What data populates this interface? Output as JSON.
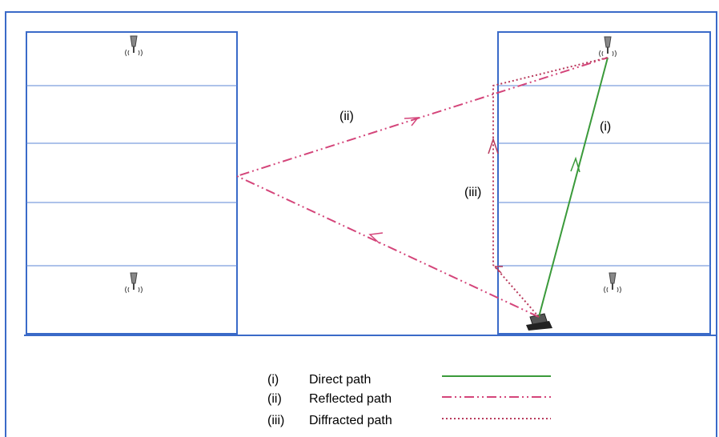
{
  "path_labels": {
    "direct": "(i)",
    "reflected": "(ii)",
    "diffracted": "(iii)"
  },
  "legend": [
    {
      "id": "(i)",
      "label": "Direct path",
      "color": "#3a9a3a",
      "style": "solid"
    },
    {
      "id": "(ii)",
      "label": "Reflected path",
      "color": "#d4457a",
      "style": "dash-dot-dot"
    },
    {
      "id": "(iii)",
      "label": "Diffracted path",
      "color": "#b83a5c",
      "style": "dotted"
    }
  ],
  "colors": {
    "building_outline": "#3a6ac8",
    "floor_line": "#5b84d6",
    "frame": "#3a6ac8"
  },
  "icons": [
    "access-point-icon",
    "laptop-icon"
  ]
}
